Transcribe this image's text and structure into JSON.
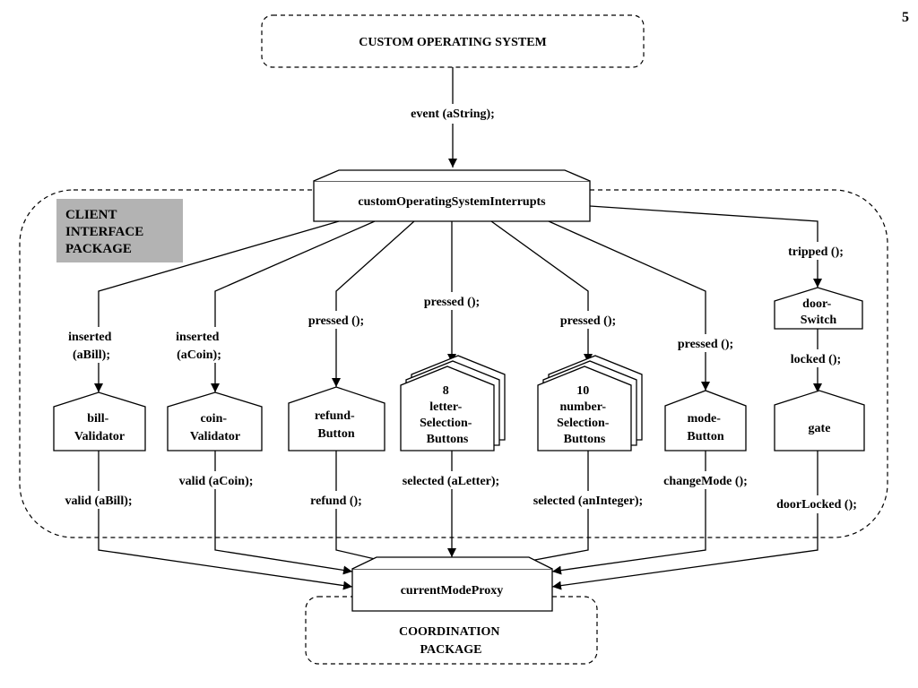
{
  "page_number": "5",
  "os": {
    "title": "CUSTOM OPERATING SYSTEM",
    "event_label": "event (aString);"
  },
  "interrupts": {
    "label": "customOperatingSystemInterrupts"
  },
  "client_package": {
    "lines": [
      "CLIENT",
      "INTERFACE",
      "PACKAGE"
    ]
  },
  "components": {
    "bill_validator": {
      "name": [
        "bill-",
        "Validator"
      ],
      "in_label": [
        "inserted",
        "(aBill);"
      ],
      "out_label": "valid (aBill);"
    },
    "coin_validator": {
      "name": [
        "coin-",
        "Validator"
      ],
      "in_label": [
        "inserted",
        "(aCoin);"
      ],
      "out_label": "valid (aCoin);"
    },
    "refund_button": {
      "name": [
        "refund-",
        "Button"
      ],
      "in_label": "pressed ();",
      "out_label": "refund ();"
    },
    "letter_buttons": {
      "name": [
        "8",
        "letter-",
        "Selection-",
        "Buttons"
      ],
      "in_label": "pressed ();",
      "out_label": "selected (aLetter);"
    },
    "number_buttons": {
      "name": [
        "10",
        "number-",
        "Selection-",
        "Buttons"
      ],
      "in_label": "pressed ();",
      "out_label": "selected (anInteger);"
    },
    "mode_button": {
      "name": [
        "mode-",
        "Button"
      ],
      "in_label": "pressed ();",
      "out_label": "changeMode ();"
    },
    "door_switch": {
      "name": [
        "door-",
        "Switch"
      ],
      "in_label": "tripped ();",
      "out_label": "locked ();"
    },
    "gate": {
      "name": [
        "gate"
      ],
      "out_label": "doorLocked ();"
    }
  },
  "proxy": {
    "label": "currentModeProxy"
  },
  "coordination_package": {
    "lines": [
      "COORDINATION",
      "PACKAGE"
    ]
  }
}
